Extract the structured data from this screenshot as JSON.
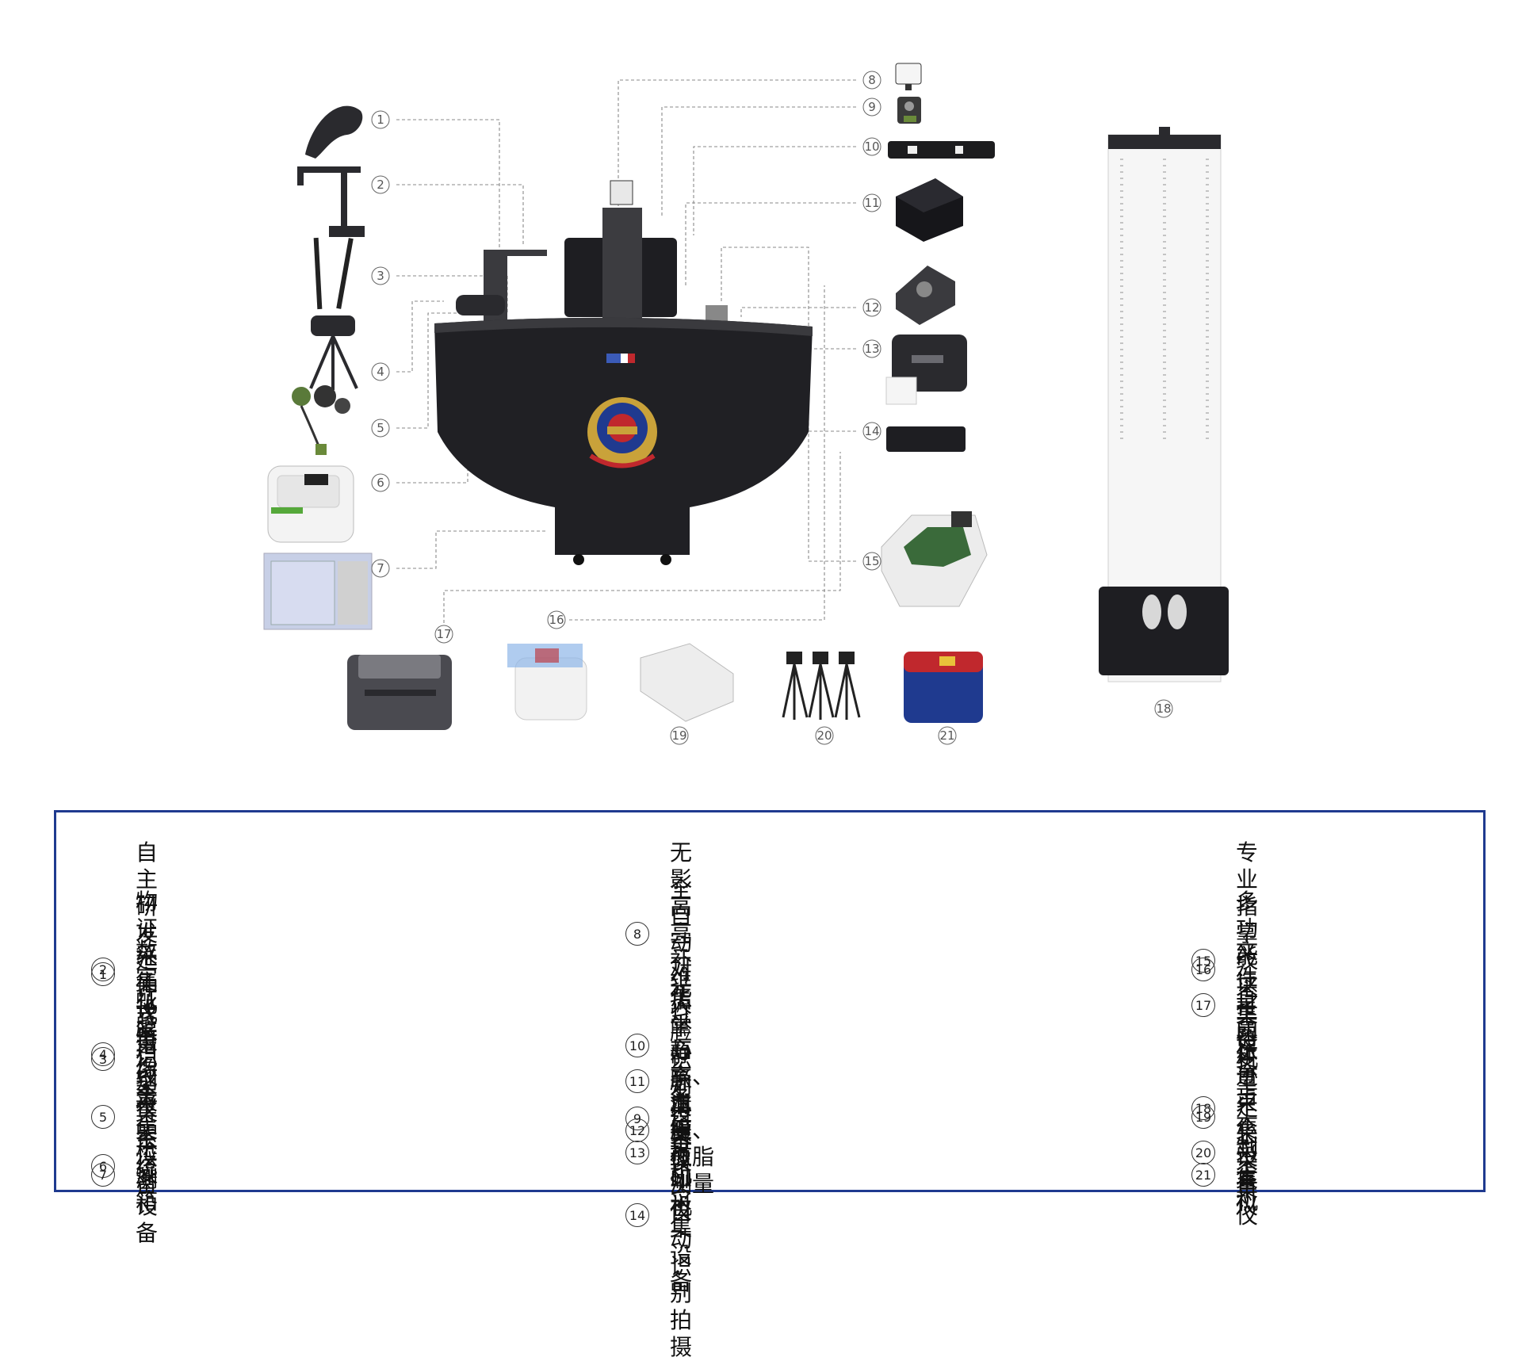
{
  "diagram": {
    "callouts": [
      "1",
      "2",
      "3",
      "4",
      "5",
      "6",
      "7",
      "8",
      "9",
      "10",
      "11",
      "12",
      "13",
      "14",
      "15",
      "16",
      "17",
      "18",
      "19",
      "20",
      "21"
    ],
    "colors": {
      "desk": "#202024",
      "accent": "#1f3a8f",
      "emblem_gold": "#c9a23a",
      "emblem_red": "#c0282d"
    }
  },
  "legend": {
    "columns": [
      [
        {
          "num": "1",
          "label": "自主研发延伸式摄像头"
        },
        {
          "num": "2",
          "label": "物证采集设备"
        },
        {
          "num": "3",
          "label": "数字化笔记采集系统"
        },
        {
          "num": "4",
          "label": "虹膜识别仪"
        },
        {
          "num": "5",
          "label": "声纹采集设备"
        },
        {
          "num": "6",
          "label": "毒品检测设备"
        },
        {
          "num": "7",
          "label": "干燥箱"
        }
      ],
      [
        {
          "num": "8",
          "label": "无影高亮补光灯"
        },
        {
          "num": "9",
          "label": "全自动对焦千万高清\n摄像头自动识别拍摄"
        },
        {
          "num": "10",
          "label": "三维人脸识别设备"
        },
        {
          "num": "11",
          "label": "指掌静脉采集仪"
        },
        {
          "num": "12",
          "label": "心率、血压、血脂测量仪"
        },
        {
          "num": "13",
          "label": "条码打印机"
        },
        {
          "num": "14",
          "label": "手机采集设备"
        }
      ],
      [
        {
          "num": "15",
          "label": "专业指掌纹采集设备"
        },
        {
          "num": "16",
          "label": "多功能读卡器"
        },
        {
          "num": "17",
          "label": "文件打印机"
        },
        {
          "num": "18",
          "label": "身高体重足长采集仪"
        },
        {
          "num": "19",
          "label": "足迹采集设备"
        },
        {
          "num": "20",
          "label": "步态采集仪"
        },
        {
          "num": "21",
          "label": "制卡机"
        }
      ]
    ]
  }
}
